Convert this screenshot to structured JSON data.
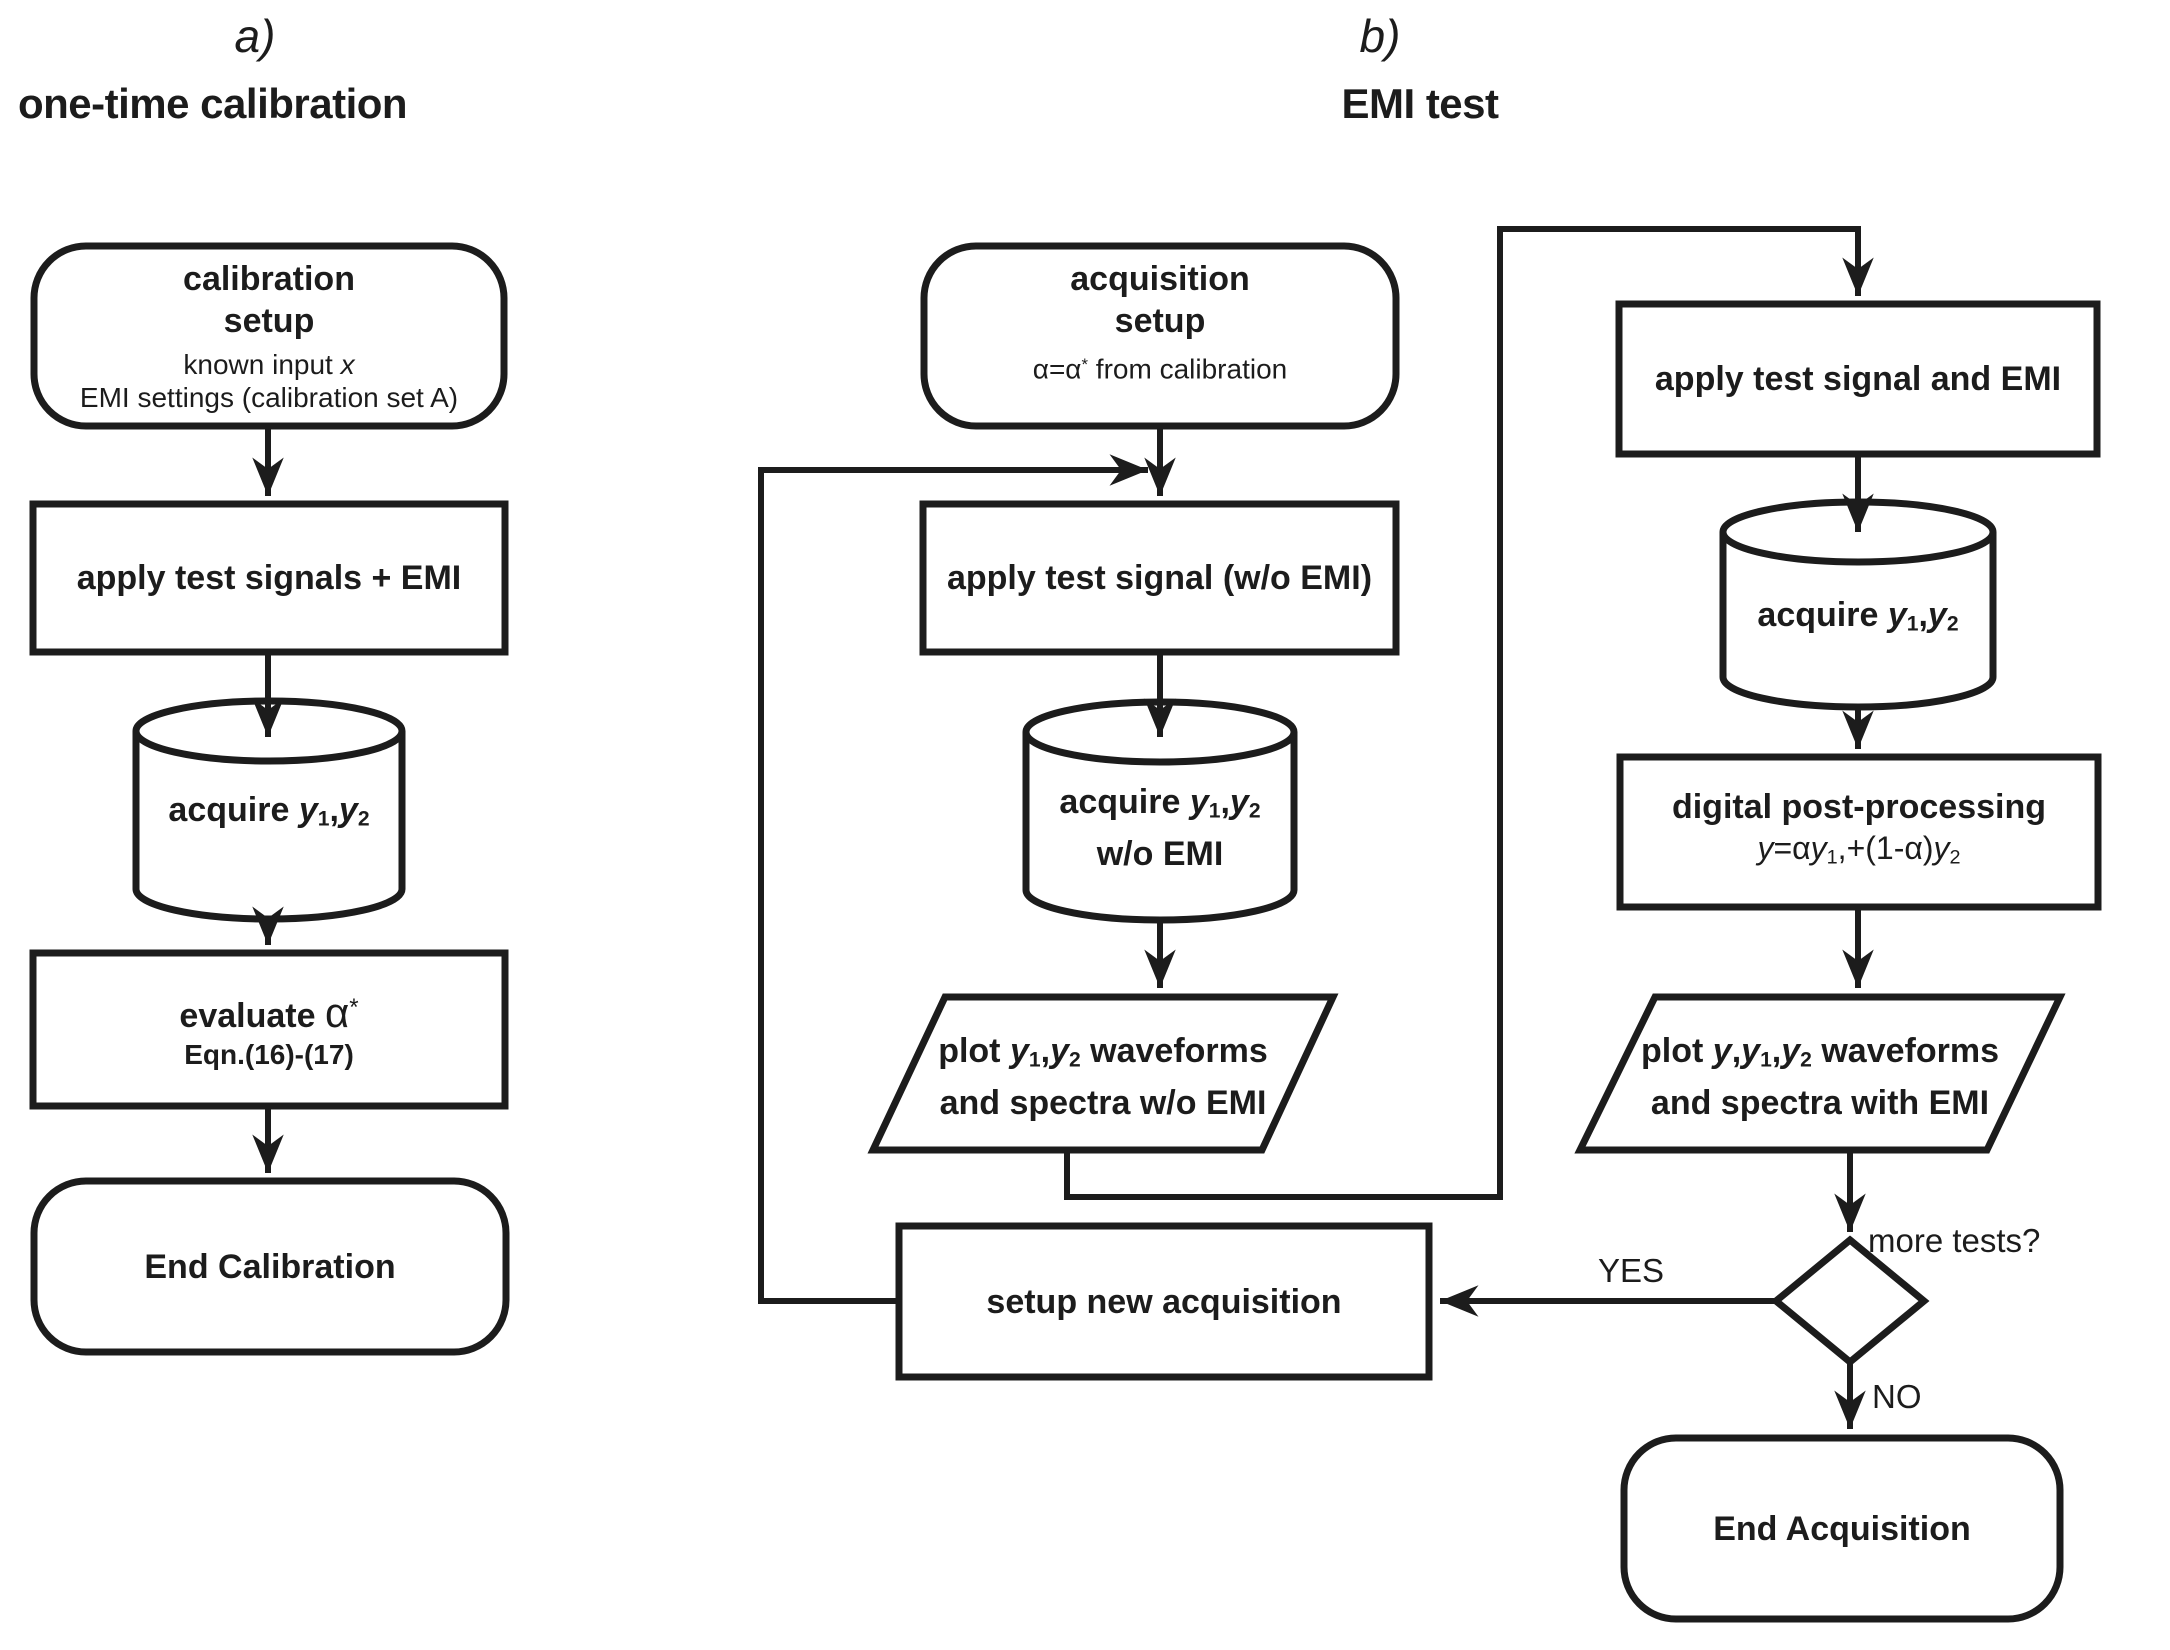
{
  "diagram": {
    "background": "#ffffff",
    "ink": "#1c1c1c"
  },
  "sym": {
    "y": "y",
    "sub1": "1",
    "sub2": "2",
    "comma": ",",
    "alpha": "α",
    "star": "*"
  },
  "panel_a": {
    "label": "a)",
    "title": "one-time calibration",
    "calibration_setup": {
      "line1": "calibration",
      "line2": "setup",
      "note1_text": "known input ",
      "note1_var": "x",
      "note2": "EMI settings (calibration set A)"
    },
    "apply_test_signals": "apply test signals + EMI",
    "acquire_prefix": "acquire ",
    "evaluate": {
      "prefix": "evaluate ",
      "eqn": "Eqn.(16)-(17)"
    },
    "end_calibration": "End Calibration"
  },
  "panel_b": {
    "label": "b)",
    "title": "EMI test",
    "acquisition_setup": {
      "line1": "acquisition",
      "line2": "setup",
      "note_pre": "α=α",
      "note_sup": "*",
      "note_post": " from calibration"
    },
    "apply_test_signal_wo": "apply test signal (w/o EMI)",
    "acquire_prefix": "acquire ",
    "acquire_wo_line2": "w/o EMI",
    "plot_wo": {
      "prefix": "plot ",
      "suffix": " waveforms",
      "line2": "and spectra w/o EMI"
    },
    "setup_new_acquisition": "setup new acquisition",
    "apply_test_signal_emi": "apply test signal and EMI",
    "digital_post_processing": {
      "title": "digital post-processing",
      "f_pre": "=α",
      "f_mid": ",+(1-α)"
    },
    "plot_emi": {
      "prefix": "plot ",
      "suffix": " waveforms",
      "line2": "and spectra with EMI"
    },
    "decision": {
      "question": "more tests?",
      "yes": "YES",
      "no": "NO"
    },
    "end_acquisition": "End Acquisition"
  }
}
